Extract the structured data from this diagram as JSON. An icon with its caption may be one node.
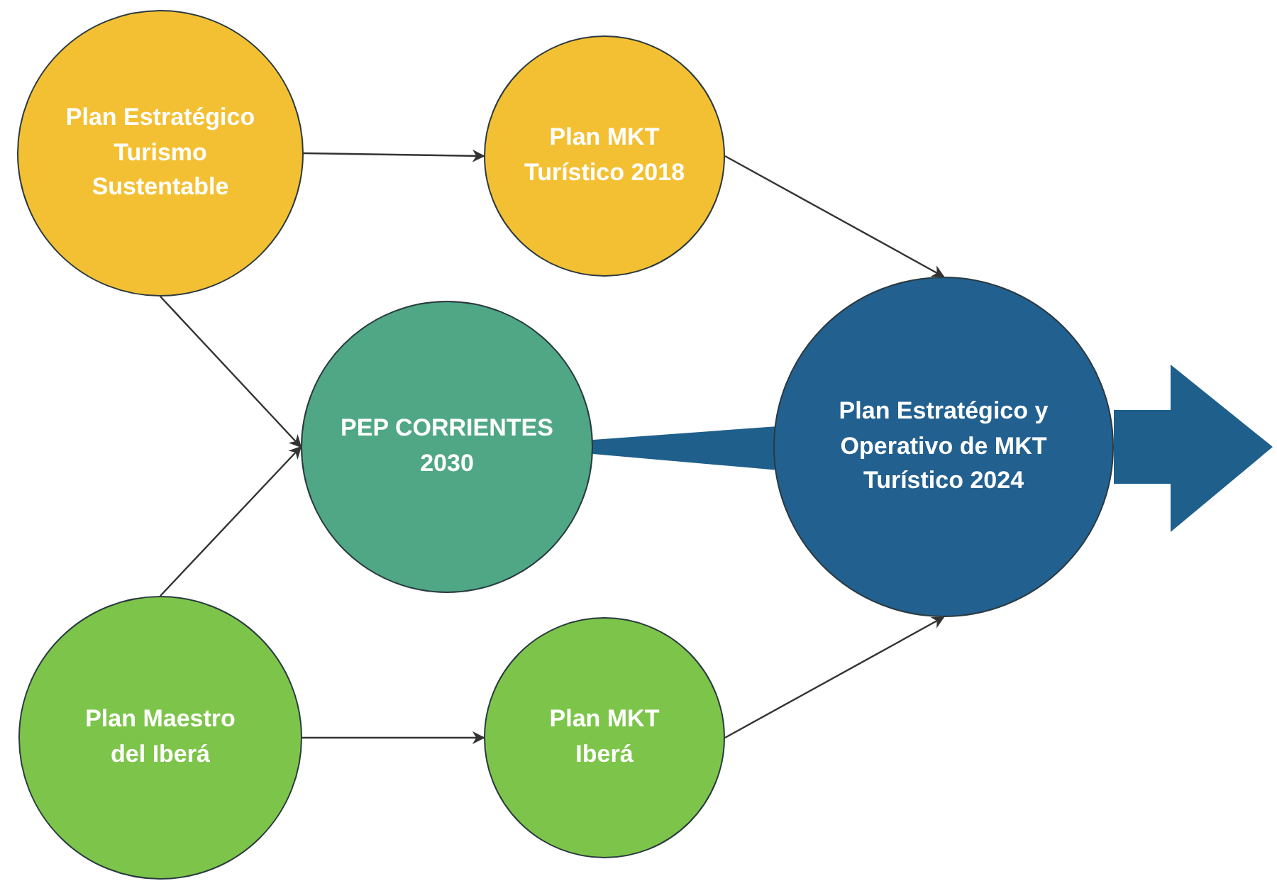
{
  "diagram": {
    "nodes": [
      {
        "text": [
          "Plan Estratégico Turismo Sustentable"
        ]
      },
      {
        "text": [
          "Plan MKT Turístico 2018"
        ]
      },
      {
        "text": [
          "PEP CORRIENTES 2030"
        ]
      },
      {
        "text": [
          "Plan Maestro del Iberá"
        ]
      },
      {
        "text": [
          "Plan Estratégico y Operativo de MKT Turístico 2024"
        ]
      },
      {
        "text": [
          "Plan MKT Iberá"
        ]
      }
    ],
    "edges": [
      {
        "from": 0,
        "to": 1,
        "arrow": "to"
      },
      {
        "from": 1,
        "to": 4,
        "arrow": "to"
      },
      {
        "from": 0,
        "to": 2,
        "arrow": "to"
      },
      {
        "from": 3,
        "to": 2,
        "arrow": "to"
      },
      {
        "from": 3,
        "to": 5,
        "arrow": "to"
      },
      {
        "from": 5,
        "to": 4,
        "arrow": "to"
      },
      {
        "from": 2,
        "to": 4,
        "arrow": "none",
        "style": "thick",
        "color": "#1f5f8b"
      },
      {
        "from": 4,
        "to": null,
        "arrow": "to",
        "style": "thick",
        "color": "#1f5f8b"
      }
    ]
  }
}
